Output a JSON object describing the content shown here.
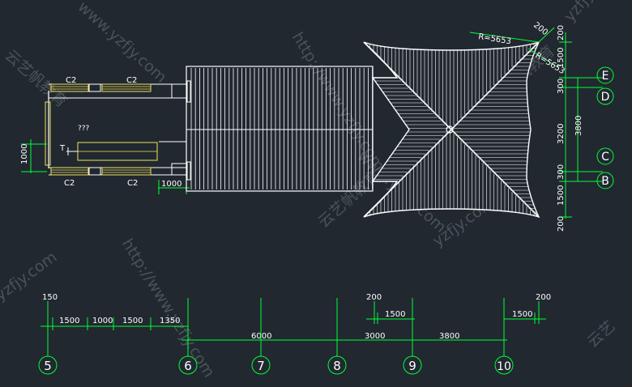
{
  "colors": {
    "background": "#212830",
    "line": "#ffffff",
    "dimension": "#00ff33",
    "window": "#f1e35a",
    "axis_bubble": "#00ff33",
    "watermark": "#6b737c"
  },
  "plan": {
    "window_labels": [
      "C2",
      "C2",
      "C2",
      "C2"
    ],
    "stair_mark": "T",
    "stair_note": "???",
    "left_dim": "1000",
    "bottom_dim": "1000",
    "radius_labels": [
      "R=5653",
      "R=5653"
    ],
    "top_right_dim": "200",
    "right_dims": [
      "200",
      "1500",
      "300",
      "3200",
      "3800",
      "300",
      "1500",
      "200"
    ]
  },
  "axes": {
    "vertical": [
      "5",
      "6",
      "7",
      "8",
      "9",
      "10"
    ],
    "horizontal": [
      "E",
      "D",
      "C",
      "B"
    ]
  },
  "bottom_dims": {
    "row1": [
      "150",
      "200",
      "200"
    ],
    "row2": [
      "1500",
      "1000",
      "1500",
      "1350",
      "1500",
      "1500"
    ],
    "row3": [
      "6000",
      "3000",
      "3800"
    ]
  },
  "watermarks": [
    "http://www.yzfjy.com",
    "云艺帆教育",
    "www.yzfjy.com",
    "yzfjy.com",
    "云艺"
  ]
}
